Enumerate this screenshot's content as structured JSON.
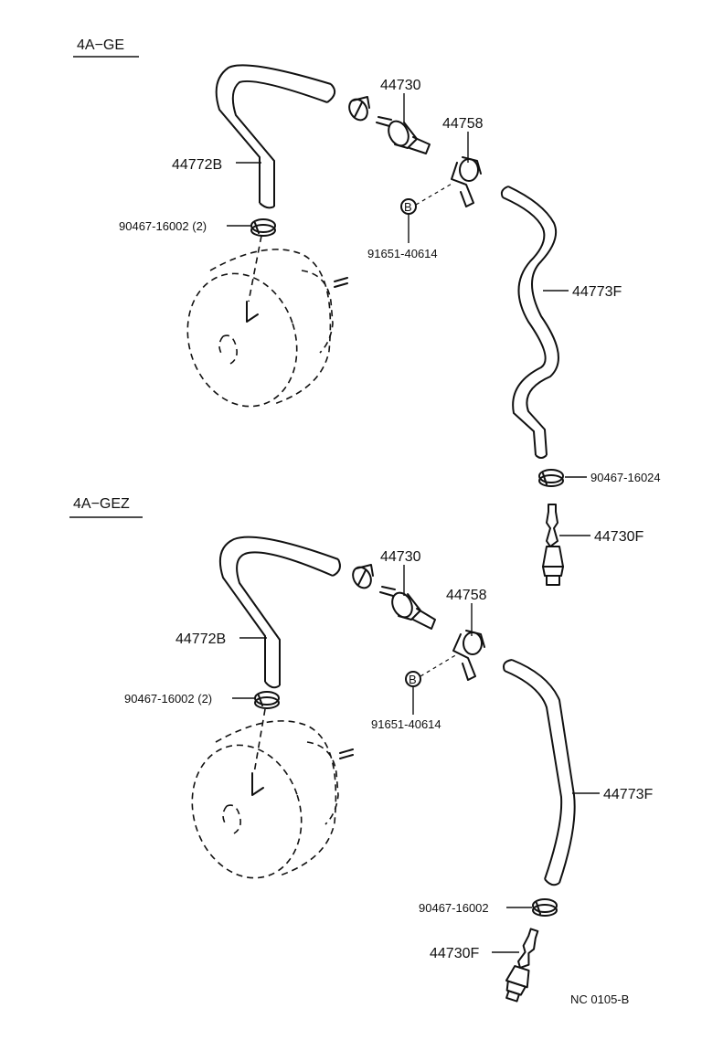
{
  "sections": [
    {
      "title": "4A−GE",
      "labels": {
        "valve": "44730",
        "clamp_bracket": "44758",
        "hose_upper": "44772B",
        "clamp_booster": "90467-16002 (2)",
        "bolt_marker": "B",
        "bolt": "91651-40614",
        "hose_lower": "44773F",
        "clamp_lower": "90467-16024",
        "check_valve": "44730F"
      }
    },
    {
      "title": "4A−GEZ",
      "labels": {
        "valve": "44730",
        "clamp_bracket": "44758",
        "hose_upper": "44772B",
        "clamp_booster": "90467-16002 (2)",
        "bolt_marker": "B",
        "bolt": "91651-40614",
        "hose_lower": "44773F",
        "clamp_lower": "90467-16002",
        "check_valve": "44730F"
      }
    }
  ],
  "footer": {
    "code": "NC  0105-B"
  }
}
